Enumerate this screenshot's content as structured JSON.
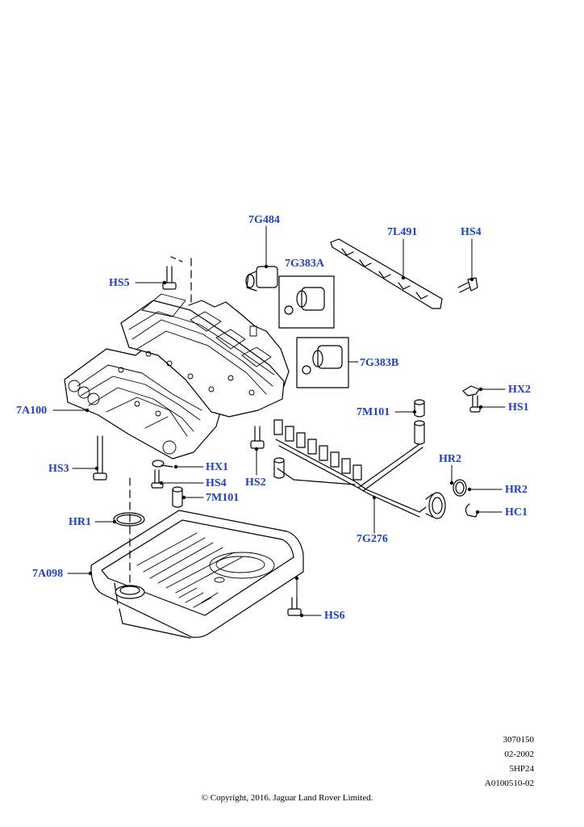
{
  "callouts": {
    "c7g484": "7G484",
    "c7l491": "7L491",
    "chs4_top": "HS4",
    "chs5": "HS5",
    "c7g383a": "7G383A",
    "c7g383b": "7G383B",
    "chx2": "HX2",
    "chs1": "HS1",
    "c7a100": "7A100",
    "c7m101_right": "7M101",
    "chx1": "HX1",
    "chs4_mid": "HS4",
    "c7m101_left": "7M101",
    "chs3": "HS3",
    "chs2": "HS2",
    "chr2_top": "HR2",
    "chr2_right": "HR2",
    "chc1": "HC1",
    "chr1": "HR1",
    "c7g276": "7G276",
    "c7a098": "7A098",
    "chs6": "HS6"
  },
  "meta": {
    "line1": "3070150",
    "line2": "02-2002",
    "line3": "5HP24",
    "line4": "A0100510-02"
  },
  "copyright": "© Copyright, 2016. Jaguar Land Rover Limited.",
  "colors": {
    "callout": "#1d3fc4",
    "line": "#000000"
  }
}
